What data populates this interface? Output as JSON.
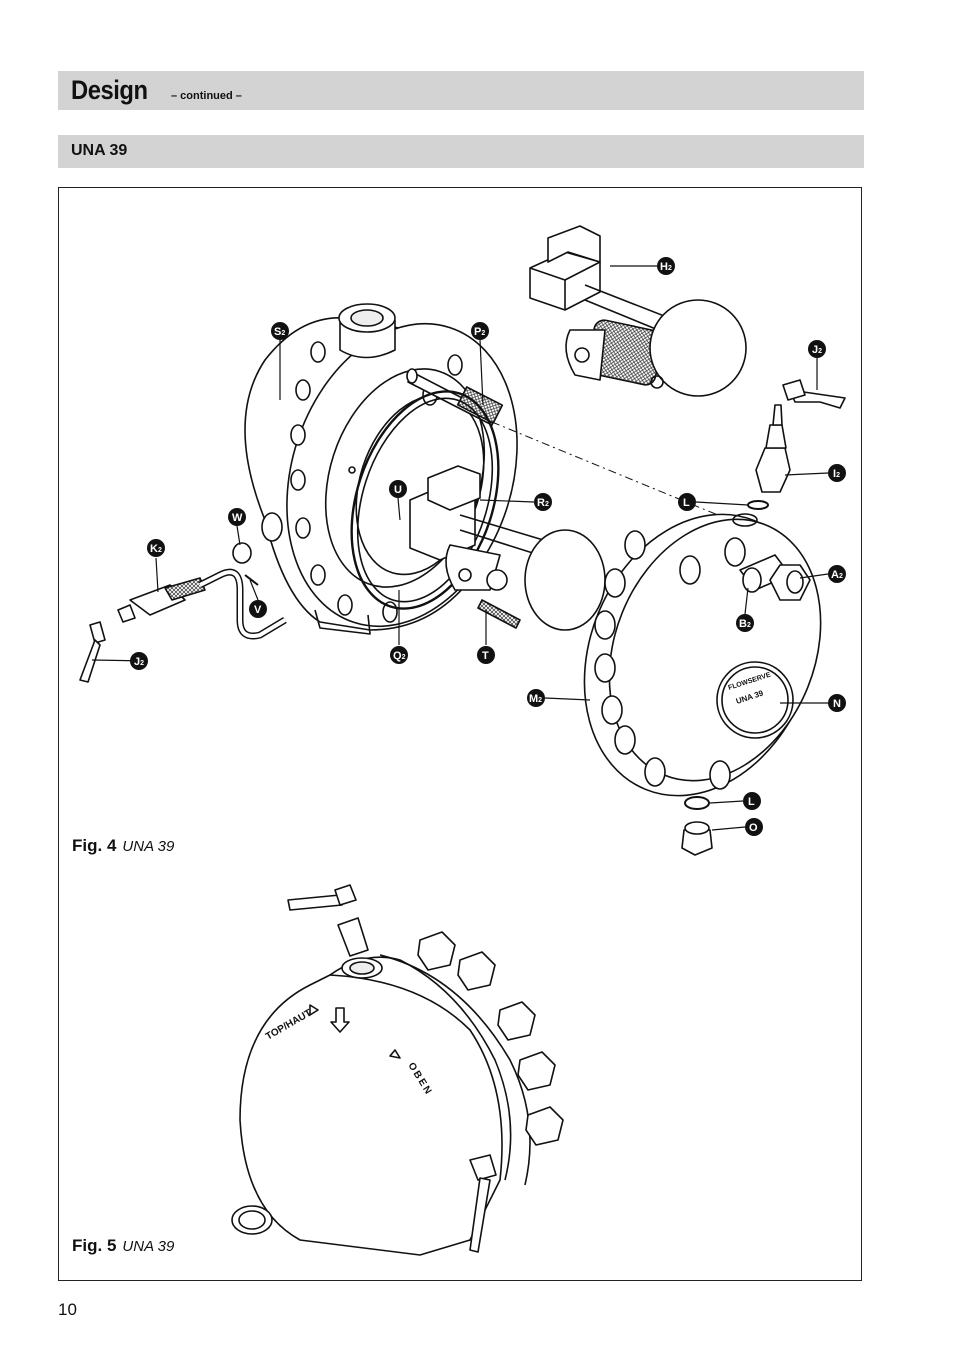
{
  "header": {
    "title": "Design",
    "continued": "– continued –",
    "subtitle": "UNA 39"
  },
  "figures": {
    "fig4": {
      "label": "Fig. 4",
      "caption": "UNA 39"
    },
    "fig5": {
      "label": "Fig. 5",
      "caption": "UNA 39"
    }
  },
  "callouts": {
    "h2": "H",
    "s2": "S",
    "p2": "P",
    "j2a": "J",
    "i2": "I",
    "u": "U",
    "r2": "R",
    "l1": "L",
    "w": "W",
    "k2": "K",
    "a2": "A",
    "v": "V",
    "b2": "B",
    "j2b": "J",
    "q2": "Q",
    "t": "T",
    "m2": "M",
    "n": "N",
    "l2": "L",
    "o": "O",
    "sub": "2"
  },
  "product_markings": {
    "nameplate_brand": "FLOWSERVE",
    "nameplate_model": "UNA 39",
    "body_top": "TOP/HAUT",
    "body_oben": "OBEN"
  },
  "page_number": "10"
}
